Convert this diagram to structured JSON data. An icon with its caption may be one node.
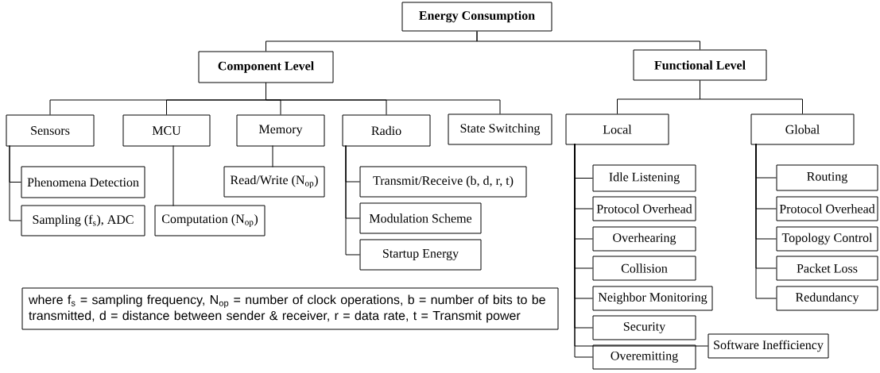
{
  "diagram": {
    "nodes": [
      {
        "text": [
          "Energy Consumption"
        ]
      },
      {
        "text": [
          "Component Level"
        ]
      },
      {
        "text": [
          "Functional Level"
        ]
      },
      {
        "text": [
          "Sensors"
        ]
      },
      {
        "text": [
          "MCU"
        ]
      },
      {
        "text": [
          "Memory"
        ]
      },
      {
        "text": [
          "Radio"
        ]
      },
      {
        "text": [
          "State Switching"
        ]
      },
      {
        "text": [
          "Local"
        ]
      },
      {
        "text": [
          "Global"
        ]
      },
      {
        "text": [
          "Phenomena Detection"
        ]
      },
      {
        "text": [
          "Sampling (f$_{s}$), ADC"
        ]
      },
      {
        "text": [
          "Read/Write (N$_{op}$)"
        ]
      },
      {
        "text": [
          "Computation (N$_{op}$)"
        ]
      },
      {
        "text": [
          "Transmit/Receive (b, d, r, t)"
        ]
      },
      {
        "text": [
          "Modulation Scheme"
        ]
      },
      {
        "text": [
          "Startup Energy"
        ]
      },
      {
        "text": [
          "Idle Listening"
        ]
      },
      {
        "text": [
          "Protocol Overhead"
        ]
      },
      {
        "text": [
          "Overhearing"
        ]
      },
      {
        "text": [
          "Collision"
        ]
      },
      {
        "text": [
          "Neighbor Monitoring"
        ]
      },
      {
        "text": [
          "Security"
        ]
      },
      {
        "text": [
          "Software Inefficiency"
        ]
      },
      {
        "text": [
          "Overemitting"
        ]
      },
      {
        "text": [
          "Routing"
        ]
      },
      {
        "text": [
          "Protocol Overhead"
        ]
      },
      {
        "text": [
          "Topology Control"
        ]
      },
      {
        "text": [
          "Packet Loss"
        ]
      },
      {
        "text": [
          "Redundancy"
        ]
      },
      {
        "text": [
          "where f$_{s}$  =  sampling frequency,  N$_{op}$  =  number of clock operations, b  =  number of bits to be transmitted, d = distance between sender & receiver, r  =  data rate, t = Transmit power"
        ]
      }
    ],
    "edges": [
      {
        "from": 0,
        "to": 1,
        "arrow": "none"
      },
      {
        "from": 0,
        "to": 2,
        "arrow": "none"
      },
      {
        "from": 1,
        "to": 3,
        "arrow": "none"
      },
      {
        "from": 1,
        "to": 4,
        "arrow": "none"
      },
      {
        "from": 1,
        "to": 5,
        "arrow": "none"
      },
      {
        "from": 1,
        "to": 6,
        "arrow": "none"
      },
      {
        "from": 1,
        "to": 7,
        "arrow": "none"
      },
      {
        "from": 2,
        "to": 8,
        "arrow": "none"
      },
      {
        "from": 2,
        "to": 9,
        "arrow": "none"
      },
      {
        "from": 3,
        "to": 10,
        "arrow": "none"
      },
      {
        "from": 3,
        "to": 11,
        "arrow": "none"
      },
      {
        "from": 4,
        "to": 13,
        "arrow": "none"
      },
      {
        "from": 5,
        "to": 12,
        "arrow": "none"
      },
      {
        "from": 6,
        "to": 14,
        "arrow": "none"
      },
      {
        "from": 6,
        "to": 15,
        "arrow": "none"
      },
      {
        "from": 6,
        "to": 16,
        "arrow": "none"
      },
      {
        "from": 8,
        "to": 17,
        "arrow": "none"
      },
      {
        "from": 8,
        "to": 18,
        "arrow": "none"
      },
      {
        "from": 8,
        "to": 19,
        "arrow": "none"
      },
      {
        "from": 8,
        "to": 20,
        "arrow": "none"
      },
      {
        "from": 8,
        "to": 21,
        "arrow": "none"
      },
      {
        "from": 8,
        "to": 22,
        "arrow": "none"
      },
      {
        "from": 8,
        "to": 23,
        "arrow": "none"
      },
      {
        "from": 8,
        "to": 24,
        "arrow": "none"
      },
      {
        "from": 9,
        "to": 25,
        "arrow": "none"
      },
      {
        "from": 9,
        "to": 26,
        "arrow": "none"
      },
      {
        "from": 9,
        "to": 27,
        "arrow": "none"
      },
      {
        "from": 9,
        "to": 28,
        "arrow": "none"
      },
      {
        "from": 9,
        "to": 29,
        "arrow": "none"
      }
    ]
  }
}
